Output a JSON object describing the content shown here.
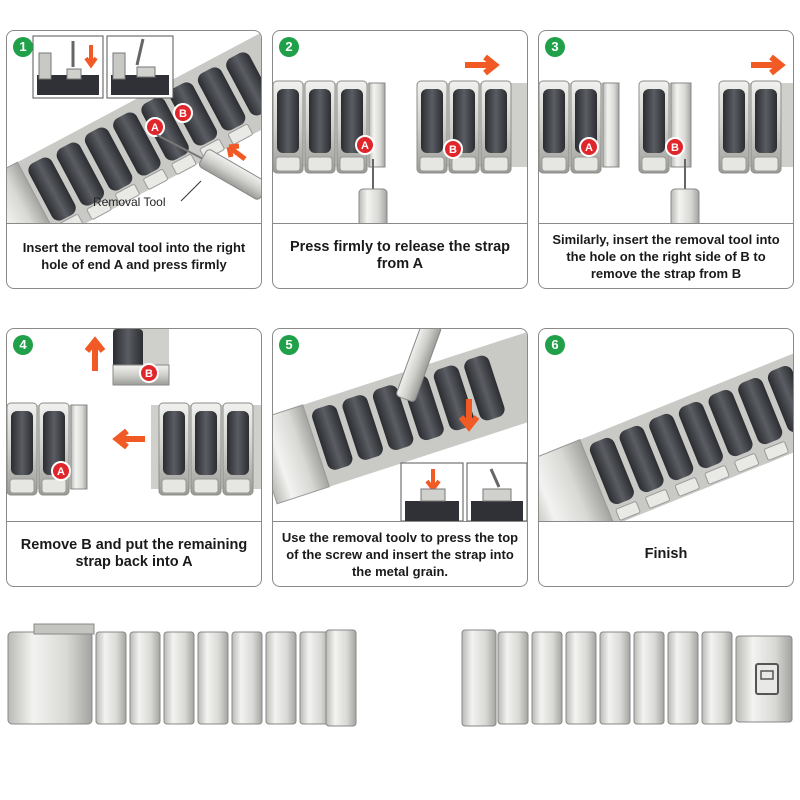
{
  "steps": [
    {
      "number": "1",
      "caption": "Insert the removal tool into the right hole of end A and press firmly",
      "labels": {
        "a": "A",
        "b": "B",
        "tool": "Removal Tool"
      }
    },
    {
      "number": "2",
      "caption": "Press firmly to release the strap from A",
      "labels": {
        "a": "A",
        "b": "B"
      }
    },
    {
      "number": "3",
      "caption": "Similarly, insert the removal tool into the hole on the right side of B to remove the strap from B",
      "labels": {
        "a": "A",
        "b": "B"
      }
    },
    {
      "number": "4",
      "caption": "Remove B and put the remaining strap back into A",
      "labels": {
        "a": "A",
        "b": "B"
      }
    },
    {
      "number": "5",
      "caption": "Use the removal toolv to press the top of the screw and insert the strap into the metal grain.",
      "labels": {}
    },
    {
      "number": "6",
      "caption": "Finish",
      "labels": {}
    }
  ],
  "colors": {
    "badge": "#21a04a",
    "marker": "#e0262b",
    "arrow": "#f15a24",
    "steel": "#d6d6d3",
    "dark": "#3d3f44"
  }
}
